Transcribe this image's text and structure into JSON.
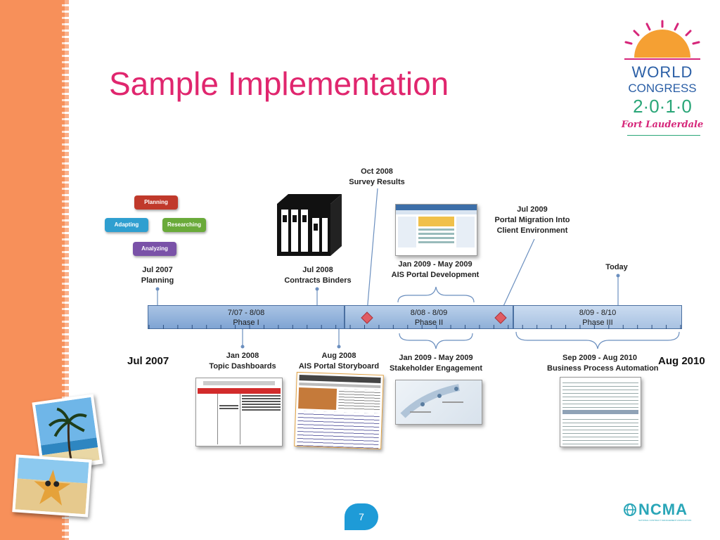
{
  "slide": {
    "title": "Sample Implementation",
    "page_number": "7"
  },
  "logo": {
    "line1": "WORLD",
    "line2": "CONGRESS",
    "line3": "2·0·1·0",
    "line4": "Fort Lauderdale"
  },
  "footer_logo": {
    "name": "NCMA",
    "tagline": "NATIONAL CONTRACT MANAGEMENT ASSOCIATION"
  },
  "cycle": {
    "planning": "Planning",
    "adapting": "Adapting",
    "researching": "Researching",
    "analyzing": "Analyzing"
  },
  "timeline": {
    "start": "Jul 2007",
    "end": "Aug 2010",
    "phases": [
      {
        "dates": "7/07 - 8/08",
        "name": "Phase I"
      },
      {
        "dates": "8/08 - 8/09",
        "name": "Phase II"
      },
      {
        "dates": "8/09 - 8/10",
        "name": "Phase III"
      }
    ],
    "above": [
      {
        "date": "Jul 2007",
        "label": "Planning"
      },
      {
        "date": "Jul 2008",
        "label": "Contracts Binders"
      },
      {
        "date": "Oct 2008",
        "label": "Survey Results"
      },
      {
        "date": "Jan 2009 - May 2009",
        "label": "AIS Portal Development"
      },
      {
        "date": "Jul 2009",
        "label": "Portal Migration Into",
        "label2": "Client Environment"
      },
      {
        "date": "Today",
        "label": ""
      }
    ],
    "below": [
      {
        "date": "Jan 2008",
        "label": "Topic Dashboards"
      },
      {
        "date": "Aug 2008",
        "label": "AIS Portal Storyboard"
      },
      {
        "date": "Jan 2009 - May 2009",
        "label": "Stakeholder Engagement"
      },
      {
        "date": "Sep 2009 - Aug 2010",
        "label": "Business Process Automation"
      }
    ]
  },
  "colors": {
    "accent_title": "#e0266e",
    "strip": "#f7905a",
    "bar": "#8fb0d8",
    "page_badge": "#1e9bd7"
  }
}
